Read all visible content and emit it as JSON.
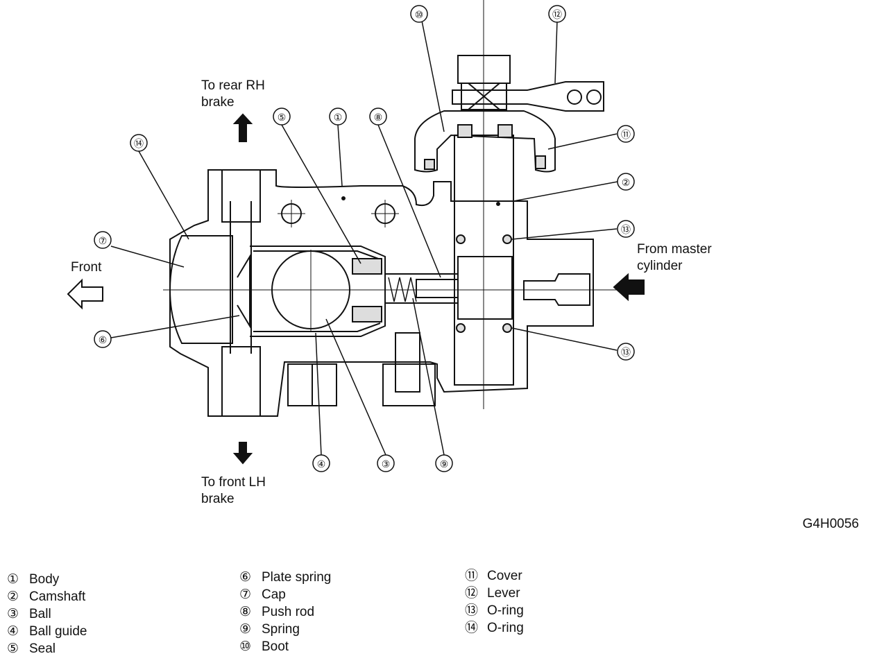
{
  "diagram": {
    "callouts": [
      "①",
      "②",
      "③",
      "④",
      "⑤",
      "⑥",
      "⑦",
      "⑧",
      "⑨",
      "⑩",
      "⑪",
      "⑫",
      "⑬",
      "⑬",
      "⑭"
    ],
    "labels": {
      "rear_rh": "To rear RH\nbrake",
      "front_lh": "To front LH\nbrake",
      "front": "Front",
      "master": "From master\ncylinder"
    },
    "figure_code": "G4H0056"
  },
  "legend": {
    "col1": [
      {
        "num": "①",
        "text": "Body"
      },
      {
        "num": "②",
        "text": "Camshaft"
      },
      {
        "num": "③",
        "text": "Ball"
      },
      {
        "num": "④",
        "text": "Ball guide"
      },
      {
        "num": "⑤",
        "text": "Seal"
      }
    ],
    "col2": [
      {
        "num": "⑥",
        "text": "Plate spring"
      },
      {
        "num": "⑦",
        "text": "Cap"
      },
      {
        "num": "⑧",
        "text": "Push rod"
      },
      {
        "num": "⑨",
        "text": "Spring"
      },
      {
        "num": "⑩",
        "text": "Boot"
      }
    ],
    "col3": [
      {
        "num": "⑪",
        "text": "Cover"
      },
      {
        "num": "⑫",
        "text": "Lever"
      },
      {
        "num": "⑬",
        "text": "O-ring"
      },
      {
        "num": "⑭",
        "text": "O-ring"
      }
    ]
  }
}
